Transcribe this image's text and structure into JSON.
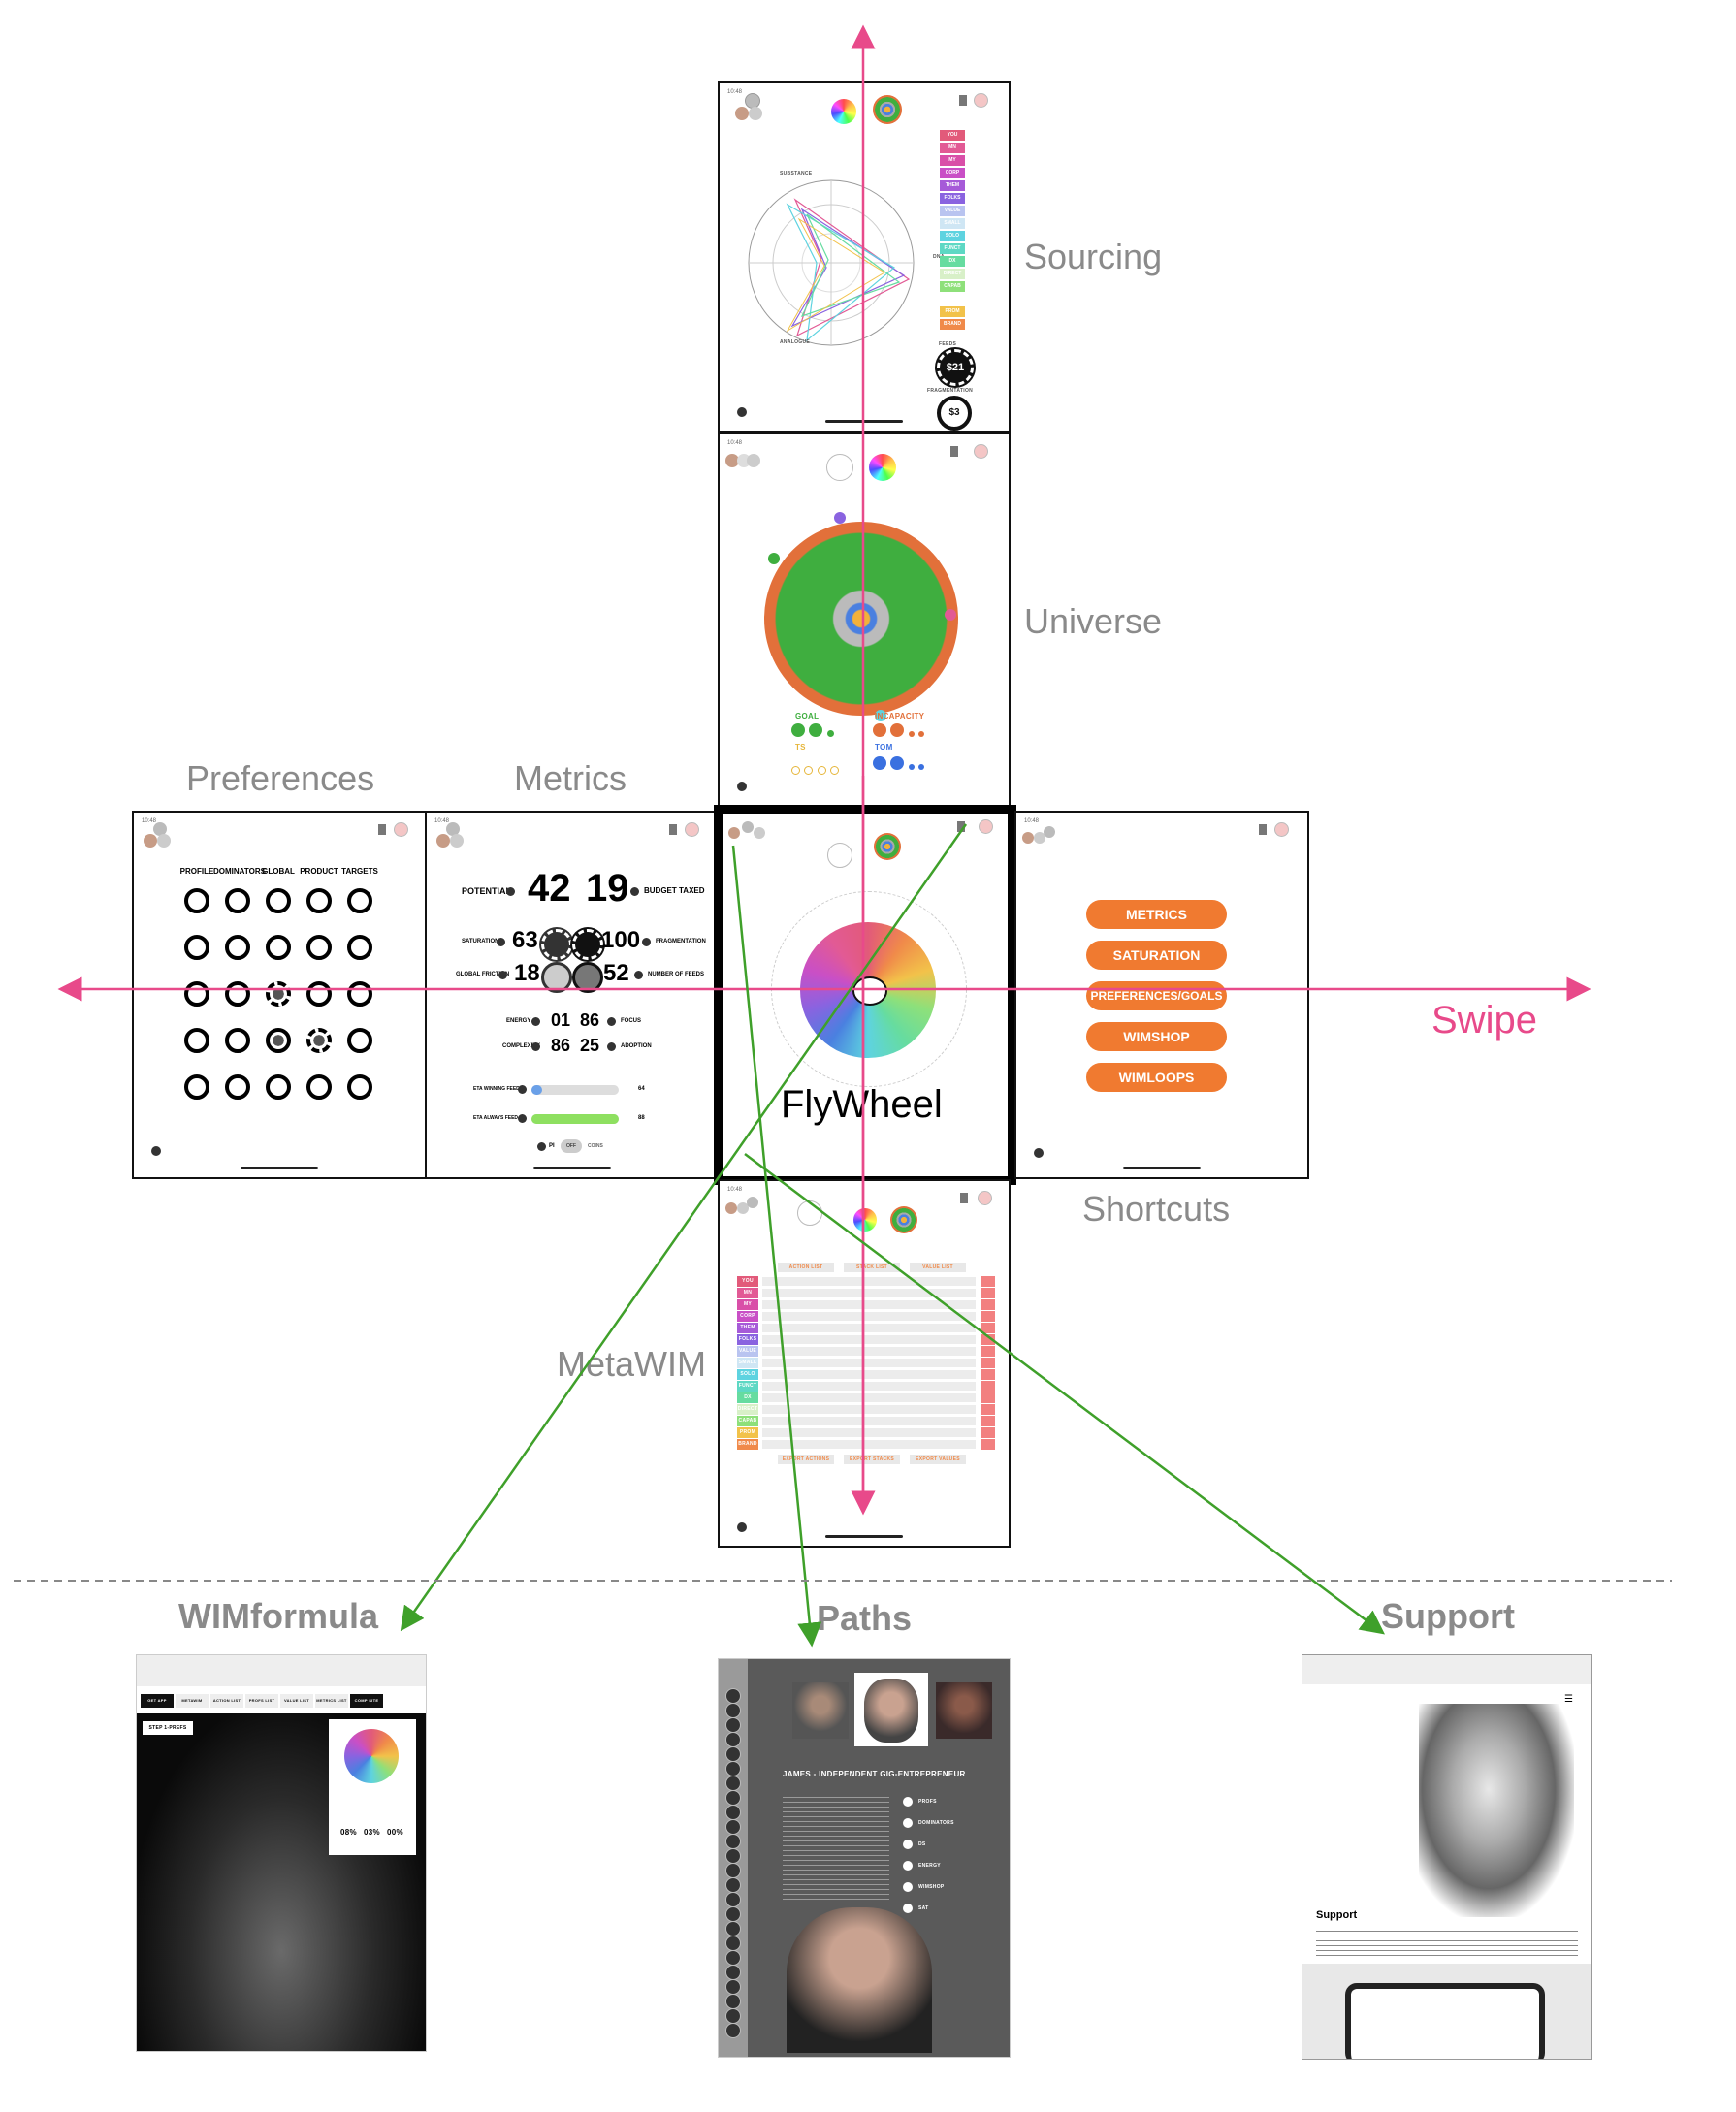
{
  "screens": {
    "sourcing": {
      "label": "Sourcing",
      "feeds_label": "FEEDS",
      "feeds_value": "$21",
      "fragmentation_label": "FRAGMENTATION",
      "fragmentation_value": "$3",
      "axis_top": "SUBSTANCE",
      "axis_right": "DNA",
      "axis_bottom": "ANALOGUE",
      "tags": [
        {
          "text": "YOU",
          "color": "#e25a7a"
        },
        {
          "text": "MN",
          "color": "#e25a95"
        },
        {
          "text": "MY",
          "color": "#d94fa8"
        },
        {
          "text": "CORP",
          "color": "#c94fc6"
        },
        {
          "text": "THEM",
          "color": "#a65ad8"
        },
        {
          "text": "FOLKS",
          "color": "#8a63e0"
        },
        {
          "text": "VALUE",
          "color": "#b9c4f0"
        },
        {
          "text": "SMALL",
          "color": "#cfe6f4"
        },
        {
          "text": "SOLO",
          "color": "#5ed3e0"
        },
        {
          "text": "FUNCT",
          "color": "#5ed8c4"
        },
        {
          "text": "DX",
          "color": "#66dca0"
        },
        {
          "text": "DIRECT",
          "color": "#d8f0c8"
        },
        {
          "text": "CAPAB",
          "color": "#8ee07a"
        },
        {
          "text": "PROM",
          "color": "#f2c24a"
        },
        {
          "text": "BRAND",
          "color": "#f08a4a"
        }
      ]
    },
    "universe": {
      "label": "Universe",
      "legend": [
        {
          "title": "GOAL",
          "color": "#3fae3f"
        },
        {
          "title": "INCAPACITY",
          "color": "#e2703a"
        },
        {
          "title": "TS",
          "color": "#e6b63a"
        },
        {
          "title": "TOM",
          "color": "#3a70e0"
        }
      ]
    },
    "preferences": {
      "label": "Preferences",
      "columns": [
        "PROFILE",
        "DOMINATORS",
        "GLOBAL",
        "PRODUCT",
        "TARGETS"
      ]
    },
    "metrics": {
      "label": "Metrics",
      "potential_label": "POTENTIAL",
      "potential_a": "42",
      "potential_b": "19",
      "budget_label": "BUDGET TAXED",
      "saturation_label": "SATURATION",
      "saturation_value": "63",
      "fragmentation_value": "100",
      "fragmentation_label": "FRAGMENTATION",
      "global_friction_label": "GLOBAL FRICTION",
      "global_friction_value": "18",
      "feeds_count_value": "52",
      "feeds_count_label": "NUMBER OF FEEDS",
      "energy_label": "ENERGY",
      "energy_a": "01",
      "energy_b": "86",
      "focus_label": "FOCUS",
      "complexity_label": "COMPLEXITY",
      "complexity_a": "86",
      "complexity_b": "25",
      "adoption_label": "ADOPTION",
      "eta_winning_label": "ETA WINNING FEED",
      "eta_winning_value": "64",
      "eta_winning_fill": 0.12,
      "eta_always_label": "ETA ALWAYS FEED",
      "eta_always_value": "88",
      "eta_always_fill": 1.0,
      "toggle_pi": "PI",
      "toggle_off": "OFF",
      "toggle_coins": "COINS"
    },
    "flywheel": {
      "label": "FlyWheel"
    },
    "shortcuts": {
      "label": "Shortcuts",
      "buttons": [
        "METRICS",
        "SATURATION",
        "PREFERENCES/GOALS",
        "WIMSHOP",
        "WIMLOOPS"
      ]
    },
    "metawim": {
      "label": "MetaWIM",
      "headers": [
        "ACTION LIST",
        "STACK LIST",
        "VALUE LIST"
      ],
      "footers": [
        "EXPORT ACTIONS",
        "EXPORT STACKS",
        "EXPORT VALUES"
      ]
    },
    "swipe": {
      "label": "Swipe"
    }
  },
  "bottom": {
    "wimformula": {
      "label": "WIMformula",
      "tabs": [
        "GET APP",
        "METAWIM",
        "ACTION LIST",
        "PROFS LIST",
        "VALUE LIST",
        "METRICS LIST",
        "COMP SITE"
      ],
      "step": "STEP 1-PREFS",
      "pct": [
        "08%",
        "03%",
        "00%"
      ]
    },
    "paths": {
      "label": "Paths",
      "heading": "JAMES - INDEPENDENT GIG-ENTREPRENEUR",
      "menu": [
        "PROFS",
        "DOMINATORS",
        "DS",
        "ENERGY",
        "WIMSHOP",
        "SAT"
      ]
    },
    "support": {
      "label": "Support",
      "heading": "Support"
    }
  },
  "colors": {
    "pink_axis": "#e84a8a",
    "green_arrow": "#3fa02a",
    "orange": "#f07a30"
  }
}
